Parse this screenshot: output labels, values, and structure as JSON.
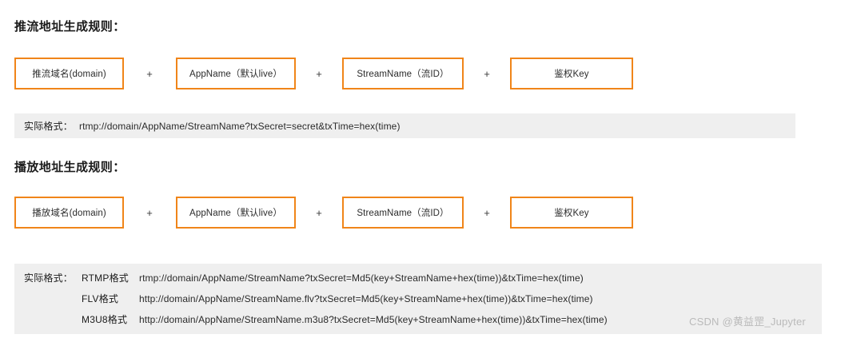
{
  "sections": [
    {
      "id": "push",
      "heading": "推流地址生成规则：",
      "tokens": [
        "推流域名(domain)",
        "AppName（默认live）",
        "StreamName（流ID）",
        "鉴权Key"
      ],
      "operators": [
        "+",
        "+",
        "+"
      ],
      "band": {
        "label": "实际格式：",
        "value": "rtmp://domain/AppName/StreamName?txSecret=secret&txTime=hex(time)"
      }
    },
    {
      "id": "play",
      "heading": "播放地址生成规则：",
      "tokens": [
        "播放域名(domain)",
        "AppName（默认live）",
        "StreamName（流ID）",
        "鉴权Key"
      ],
      "operators": [
        "+",
        "+",
        "+"
      ],
      "band": {
        "label": "实际格式：",
        "formats": [
          {
            "kind": "RTMP格式",
            "url": "rtmp://domain/AppName/StreamName?txSecret=Md5(key+StreamName+hex(time))&txTime=hex(time)"
          },
          {
            "kind": "FLV格式",
            "url": "http://domain/AppName/StreamName.flv?txSecret=Md5(key+StreamName+hex(time))&txTime=hex(time)"
          },
          {
            "kind": "M3U8格式",
            "url": "http://domain/AppName/StreamName.m3u8?txSecret=Md5(key+StreamName+hex(time))&txTime=hex(time)"
          }
        ]
      }
    }
  ],
  "watermark": {
    "text": "CSDN @黄益罡_Jupyter"
  },
  "colors": {
    "box_border": "#F08519",
    "band_background": "#efefef",
    "text": "#222222"
  }
}
